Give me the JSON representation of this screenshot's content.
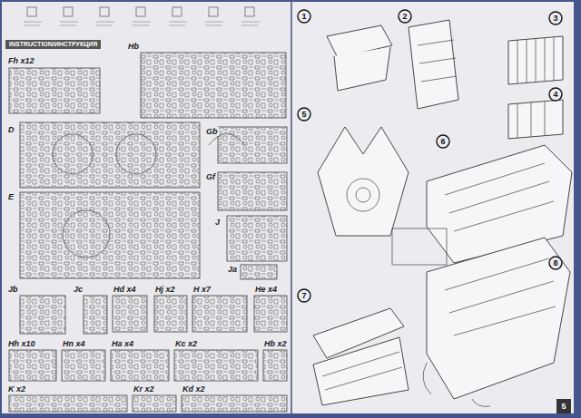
{
  "diagram": {
    "title": "INSTRUCTION/ИНСТРУКЦИЯ",
    "nodes": [
      {
        "text": [
          "1"
        ]
      },
      {
        "text": [
          "2"
        ]
      },
      {
        "text": [
          "3"
        ]
      },
      {
        "text": [
          "4"
        ]
      },
      {
        "text": [
          "5"
        ]
      },
      {
        "text": [
          "6"
        ]
      },
      {
        "text": [
          "7"
        ]
      },
      {
        "text": [
          "8"
        ]
      },
      {
        "text": [
          "5"
        ]
      }
    ],
    "labels": [
      "Fh x12",
      "Hb",
      "D",
      "Gb",
      "Gf",
      "E",
      "J",
      "Ja",
      "Jb",
      "Jc",
      "Hd x4",
      "Hj x2",
      "H x7",
      "He x4",
      "Hh x10",
      "Hn x4",
      "Ha x4",
      "Kc x2",
      "Hb x2",
      "K x2",
      "Kr x2",
      "Kd x2"
    ]
  }
}
